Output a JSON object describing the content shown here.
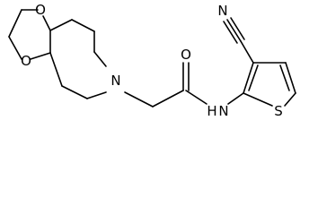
{
  "molecule": {
    "atoms": {
      "o_upper": "O",
      "o_lower": "O",
      "n_ring": "N",
      "o_carbonyl": "O",
      "n_amide_h": "H",
      "n_amide": "N",
      "n_nitrile": "N",
      "s_thiophene": "S"
    }
  }
}
